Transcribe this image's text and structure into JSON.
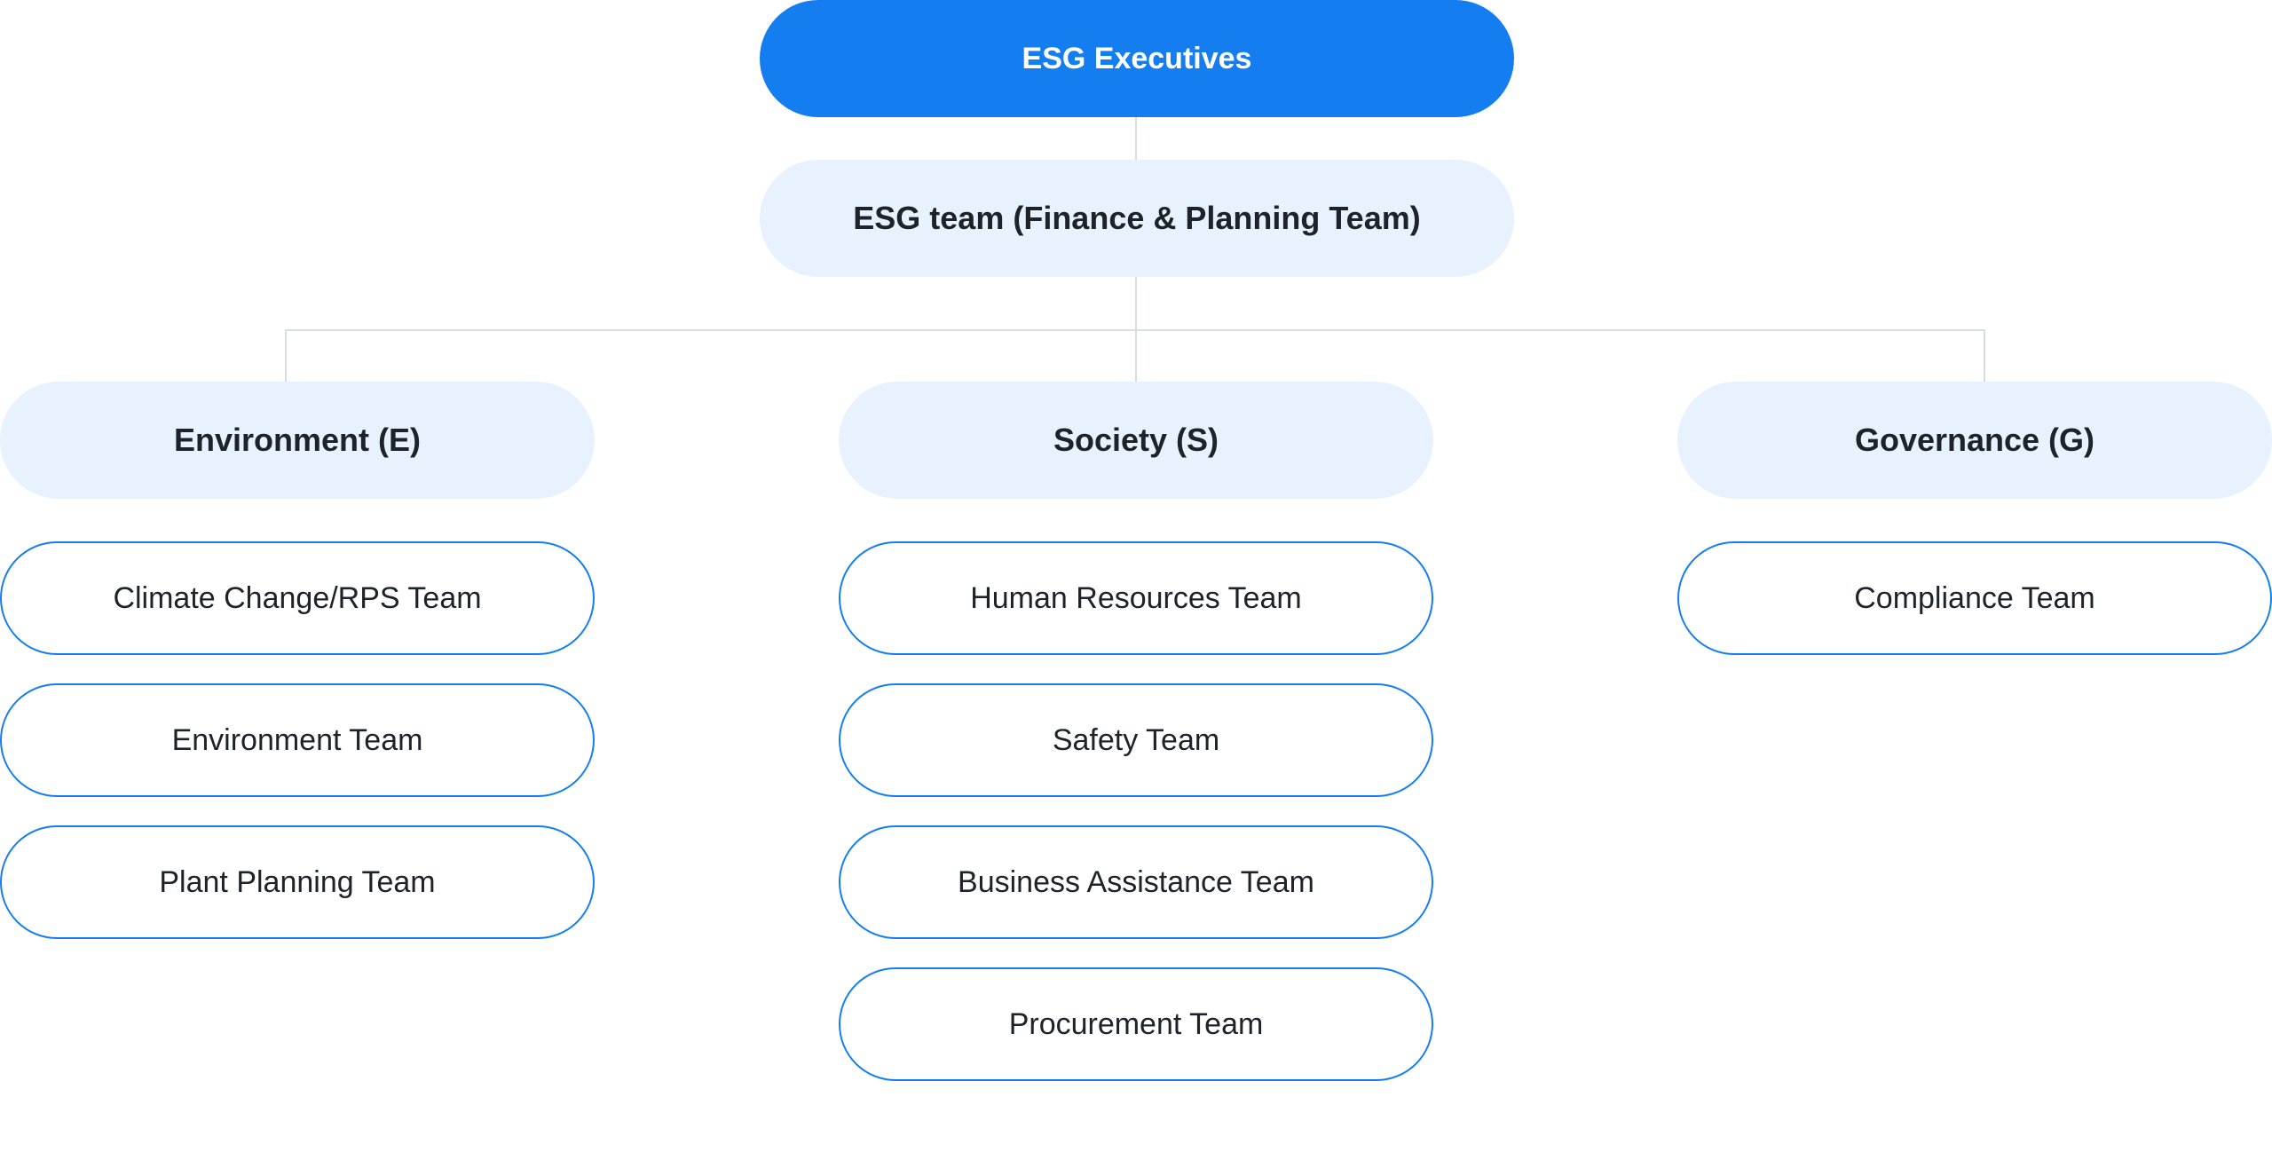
{
  "colors": {
    "primary": "#147ef0",
    "light_fill": "#e8f2fe",
    "connector": "#d9dde3",
    "text_dark": "#1e2329",
    "text_light": "#ffffff"
  },
  "executives": {
    "label": "ESG Executives"
  },
  "esg_team": {
    "label": "ESG team (Finance & Planning Team)"
  },
  "categories": [
    {
      "label": "Environment (E)",
      "teams": [
        "Climate Change/RPS Team",
        "Environment Team",
        "Plant Planning Team"
      ]
    },
    {
      "label": "Society (S)",
      "teams": [
        "Human Resources Team",
        "Safety Team",
        "Business Assistance Team",
        "Procurement Team"
      ]
    },
    {
      "label": "Governance (G)",
      "teams": [
        "Compliance Team"
      ]
    }
  ]
}
